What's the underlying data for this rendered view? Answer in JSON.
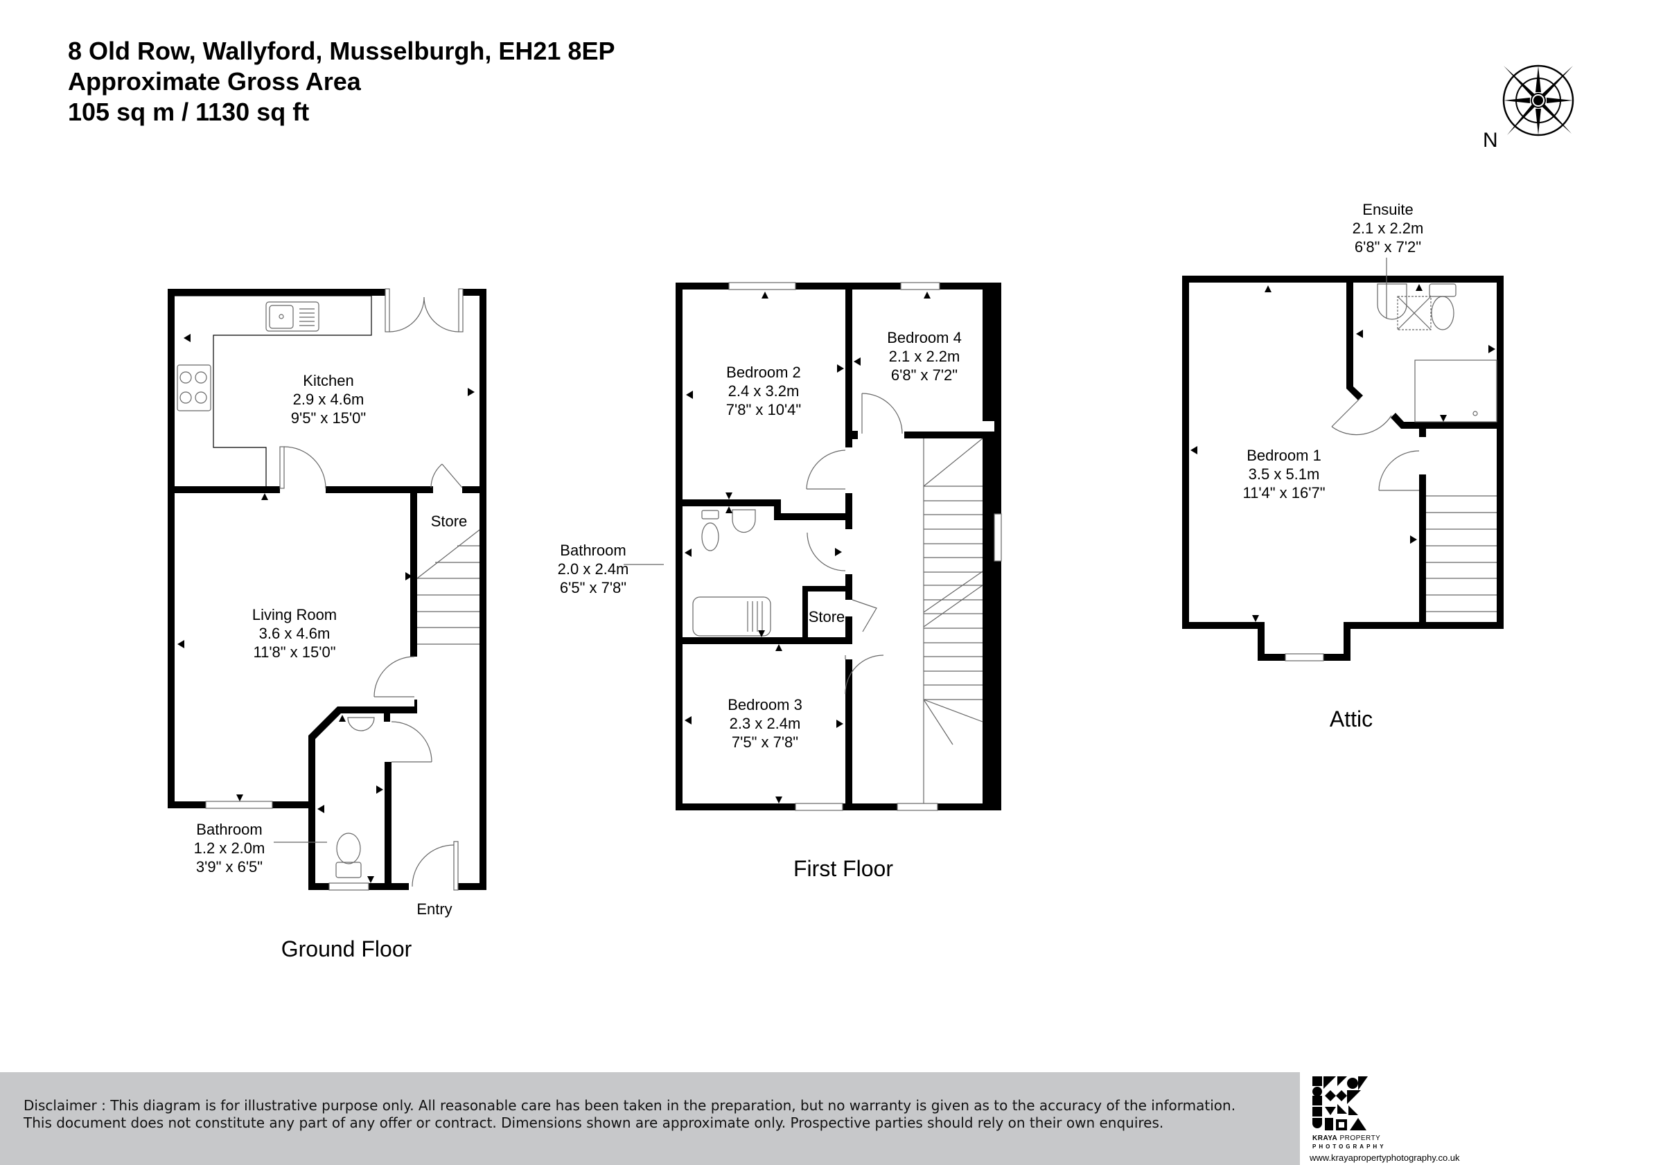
{
  "header": {
    "address": "8 Old Row, Wallyford, Musselburgh, EH21 8EP",
    "area_title": "Approximate Gross Area",
    "area_value": "105 sq m / 1130 sq ft"
  },
  "compass": {
    "icon": "compass-rose-icon",
    "north_label": "N"
  },
  "floors": {
    "ground": {
      "title": "Ground Floor",
      "rooms": [
        {
          "name": "Kitchen",
          "metric": "2.9 x 4.6m",
          "imperial": "9'5\" x 15'0\""
        },
        {
          "name": "Store",
          "metric": "",
          "imperial": ""
        },
        {
          "name": "Living Room",
          "metric": "3.6 x 4.6m",
          "imperial": "11'8\" x 15'0\""
        },
        {
          "name": "Bathroom",
          "metric": "1.2 x 2.0m",
          "imperial": "3'9\" x 6'5\""
        },
        {
          "name": "Entry",
          "metric": "",
          "imperial": ""
        }
      ]
    },
    "first": {
      "title": "First Floor",
      "rooms": [
        {
          "name": "Bedroom 2",
          "metric": "2.4 x 3.2m",
          "imperial": "7'8\" x 10'4\""
        },
        {
          "name": "Bedroom 4",
          "metric": "2.1 x 2.2m",
          "imperial": "6'8\" x 7'2\""
        },
        {
          "name": "Bathroom",
          "metric": "2.0 x 2.4m",
          "imperial": "6'5\" x 7'8\""
        },
        {
          "name": "Store",
          "metric": "",
          "imperial": ""
        },
        {
          "name": "Bedroom 3",
          "metric": "2.3 x 2.4m",
          "imperial": "7'5\" x 7'8\""
        }
      ]
    },
    "attic": {
      "title": "Attic",
      "rooms": [
        {
          "name": "Ensuite",
          "metric": "2.1 x 2.2m",
          "imperial": "6'8\" x 7'2\""
        },
        {
          "name": "Bedroom 1",
          "metric": "3.5 x 5.1m",
          "imperial": "11'4\" x 16'7\""
        }
      ]
    }
  },
  "footer": {
    "disclaimer_line1": "Disclaimer : This diagram is for illustrative purpose only. All reasonable care has been taken in the preparation, but no warranty is given as to the accuracy of the information.",
    "disclaimer_line2": "This document does not constitute any part of any offer or contract. Dimensions shown are approximate only. Prospective parties should rely on their own enquires.",
    "background_color": "#c7c8ca"
  },
  "brand": {
    "name_bold": "KRAYA",
    "name_light": " PROPERTY",
    "sub": "PHOTOGRAPHY",
    "url": "www.krayapropertyphotography.co.uk"
  }
}
